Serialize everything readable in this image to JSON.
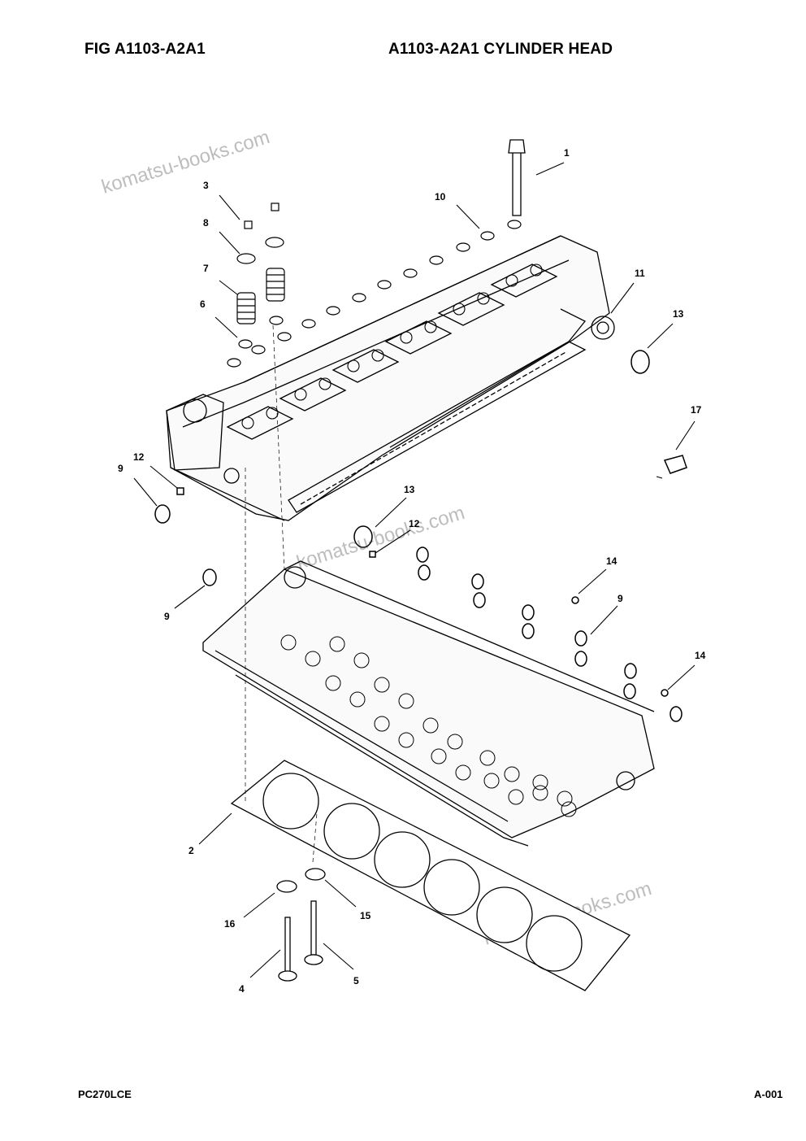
{
  "header": {
    "fig_label": "FIG    A1103-A2A1",
    "title": "A1103-A2A1 CYLINDER HEAD"
  },
  "footer": {
    "model": "PC270LCE",
    "page": "A-001"
  },
  "watermarks": [
    "komatsu-books.com",
    "komatsu-books.com",
    "komatsu-books.com"
  ],
  "callouts": [
    "1",
    "10",
    "3",
    "8",
    "7",
    "6",
    "11",
    "13",
    "17",
    "12",
    "9",
    "13",
    "12",
    "14",
    "9",
    "9",
    "14",
    "2",
    "16",
    "15",
    "4",
    "5"
  ]
}
